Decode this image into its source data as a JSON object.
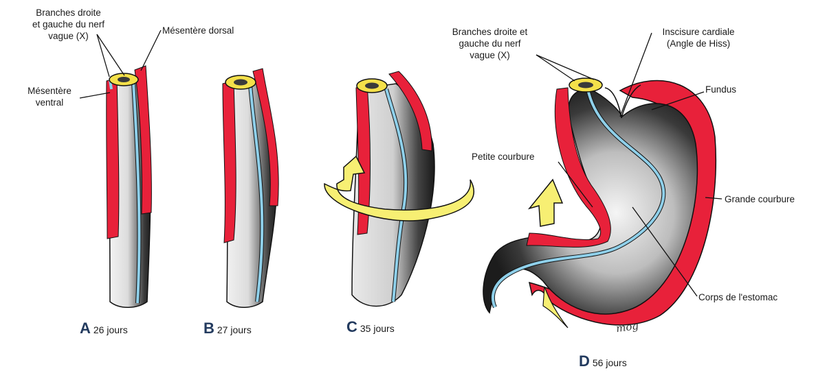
{
  "labels": {
    "vagus_left": "Branches droite\net gauche du nerf\nvague (X)",
    "dorsal_mesentery": "Mésentère dorsal",
    "ventral_mesentery": "Mésentère\nventral",
    "vagus_right": "Branches droite et\ngauche du nerf\nvague (X)",
    "cardiac_notch": "Inscisure cardiale\n(Angle de Hiss)",
    "fundus": "Fundus",
    "lesser_curvature": "Petite courbure",
    "greater_curvature": "Grande courbure",
    "body": "Corps de l'estomac"
  },
  "stages": [
    {
      "letter": "A",
      "days": "26 jours"
    },
    {
      "letter": "B",
      "days": "27 jours"
    },
    {
      "letter": "C",
      "days": "35 jours"
    },
    {
      "letter": "D",
      "days": "56 jours"
    }
  ],
  "signature": "mog",
  "colors": {
    "mesentery": "#e8213a",
    "nerve": "#8fd0ea",
    "ring": "#f4e04a",
    "arrow": "#f7ef73",
    "tube_dark": "#2a2a2a",
    "tube_light": "#f2f2f2"
  }
}
